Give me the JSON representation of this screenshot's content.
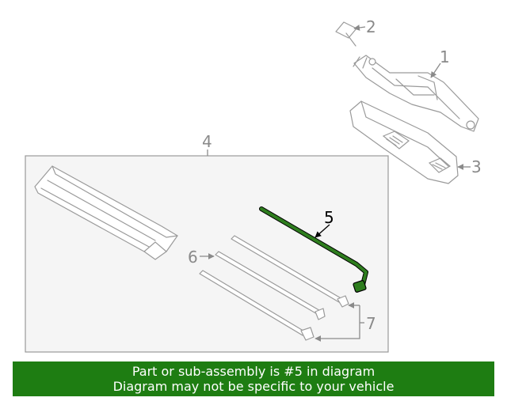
{
  "diagram": {
    "callouts": [
      {
        "id": "1",
        "label": "1"
      },
      {
        "id": "2",
        "label": "2"
      },
      {
        "id": "3",
        "label": "3"
      },
      {
        "id": "4",
        "label": "4"
      },
      {
        "id": "5",
        "label": "5"
      },
      {
        "id": "6",
        "label": "6"
      },
      {
        "id": "7",
        "label": "7"
      }
    ],
    "highlighted_part": "5",
    "highlight_color": "#2e7d1e"
  },
  "banner": {
    "line1": "Part or sub-assembly is #5 in diagram",
    "line2": "Diagram may not be specific to your vehicle",
    "background": "#1e7d12"
  }
}
